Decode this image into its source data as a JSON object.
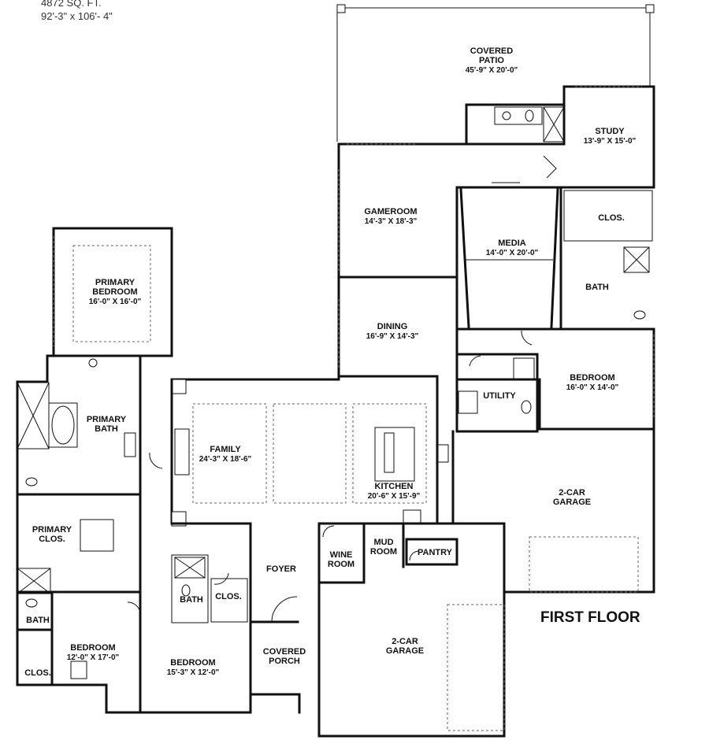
{
  "header": {
    "sqft": "4872 SQ. FT.",
    "dimensions": "92'-3\" x 106'- 4\""
  },
  "floor_label": "FIRST FLOOR",
  "rooms": [
    {
      "id": "covered-patio",
      "name": "COVERED\nPATIO",
      "dim": "45'-9\" X 20'-0\""
    },
    {
      "id": "study",
      "name": "STUDY",
      "dim": "13'-9\" X 15'-0\""
    },
    {
      "id": "gameroom",
      "name": "GAMEROOM",
      "dim": "14'-3\" X 18'-3\""
    },
    {
      "id": "clos-upper",
      "name": "CLOS.",
      "dim": ""
    },
    {
      "id": "media",
      "name": "MEDIA",
      "dim": "14'-0\" X 20'-0\""
    },
    {
      "id": "bath-upper",
      "name": "BATH",
      "dim": ""
    },
    {
      "id": "primary-bedroom",
      "name": "PRIMARY\nBEDROOM",
      "dim": "16'-0\" X 16'-0\""
    },
    {
      "id": "dining",
      "name": "DINING",
      "dim": "16'-9\" X 14'-3\""
    },
    {
      "id": "bedroom-east",
      "name": "BEDROOM",
      "dim": "16'-0\" X 14'-0\""
    },
    {
      "id": "utility",
      "name": "UTILITY",
      "dim": ""
    },
    {
      "id": "primary-bath",
      "name": "PRIMARY\nBATH",
      "dim": ""
    },
    {
      "id": "family",
      "name": "FAMILY",
      "dim": "24'-3\" X 18'-6\""
    },
    {
      "id": "kitchen",
      "name": "KITCHEN",
      "dim": "20'-6\" X 15'-9\""
    },
    {
      "id": "garage-east",
      "name": "2-CAR\nGARAGE",
      "dim": ""
    },
    {
      "id": "primary-clos",
      "name": "PRIMARY\nCLOS.",
      "dim": ""
    },
    {
      "id": "mud-room",
      "name": "MUD\nROOM",
      "dim": ""
    },
    {
      "id": "pantry",
      "name": "PANTRY",
      "dim": ""
    },
    {
      "id": "wine-room",
      "name": "WINE\nROOM",
      "dim": ""
    },
    {
      "id": "foyer",
      "name": "FOYER",
      "dim": ""
    },
    {
      "id": "bath-center",
      "name": "BATH",
      "dim": ""
    },
    {
      "id": "clos-center",
      "name": "CLOS.",
      "dim": ""
    },
    {
      "id": "bath-west",
      "name": "BATH",
      "dim": ""
    },
    {
      "id": "bedroom-west",
      "name": "BEDROOM",
      "dim": "12'-0\" X 17'-0\""
    },
    {
      "id": "clos-west",
      "name": "CLOS.",
      "dim": ""
    },
    {
      "id": "bedroom-south",
      "name": "BEDROOM",
      "dim": "15'-3\" X 12'-0\""
    },
    {
      "id": "covered-porch",
      "name": "COVERED\nPORCH",
      "dim": ""
    },
    {
      "id": "garage-south",
      "name": "2-CAR\nGARAGE",
      "dim": ""
    }
  ]
}
